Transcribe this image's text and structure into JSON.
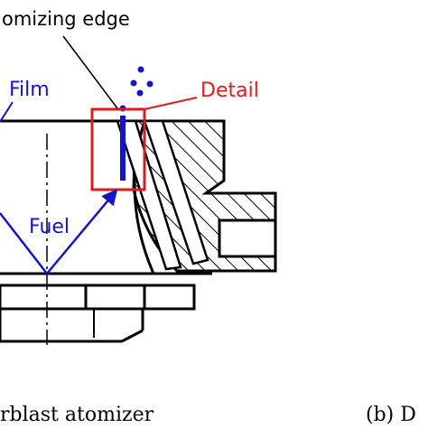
{
  "labels": {
    "atomizing_edge": "omizing edge",
    "film": "Film",
    "detail": "Detail",
    "fuel": "Fuel"
  },
  "captions": {
    "left": "rblast atomizer",
    "right": "(b) D"
  },
  "colors": {
    "outline": "#000000",
    "blue": "#1414c8",
    "red": "#d81e1e",
    "background": "#ffffff"
  }
}
